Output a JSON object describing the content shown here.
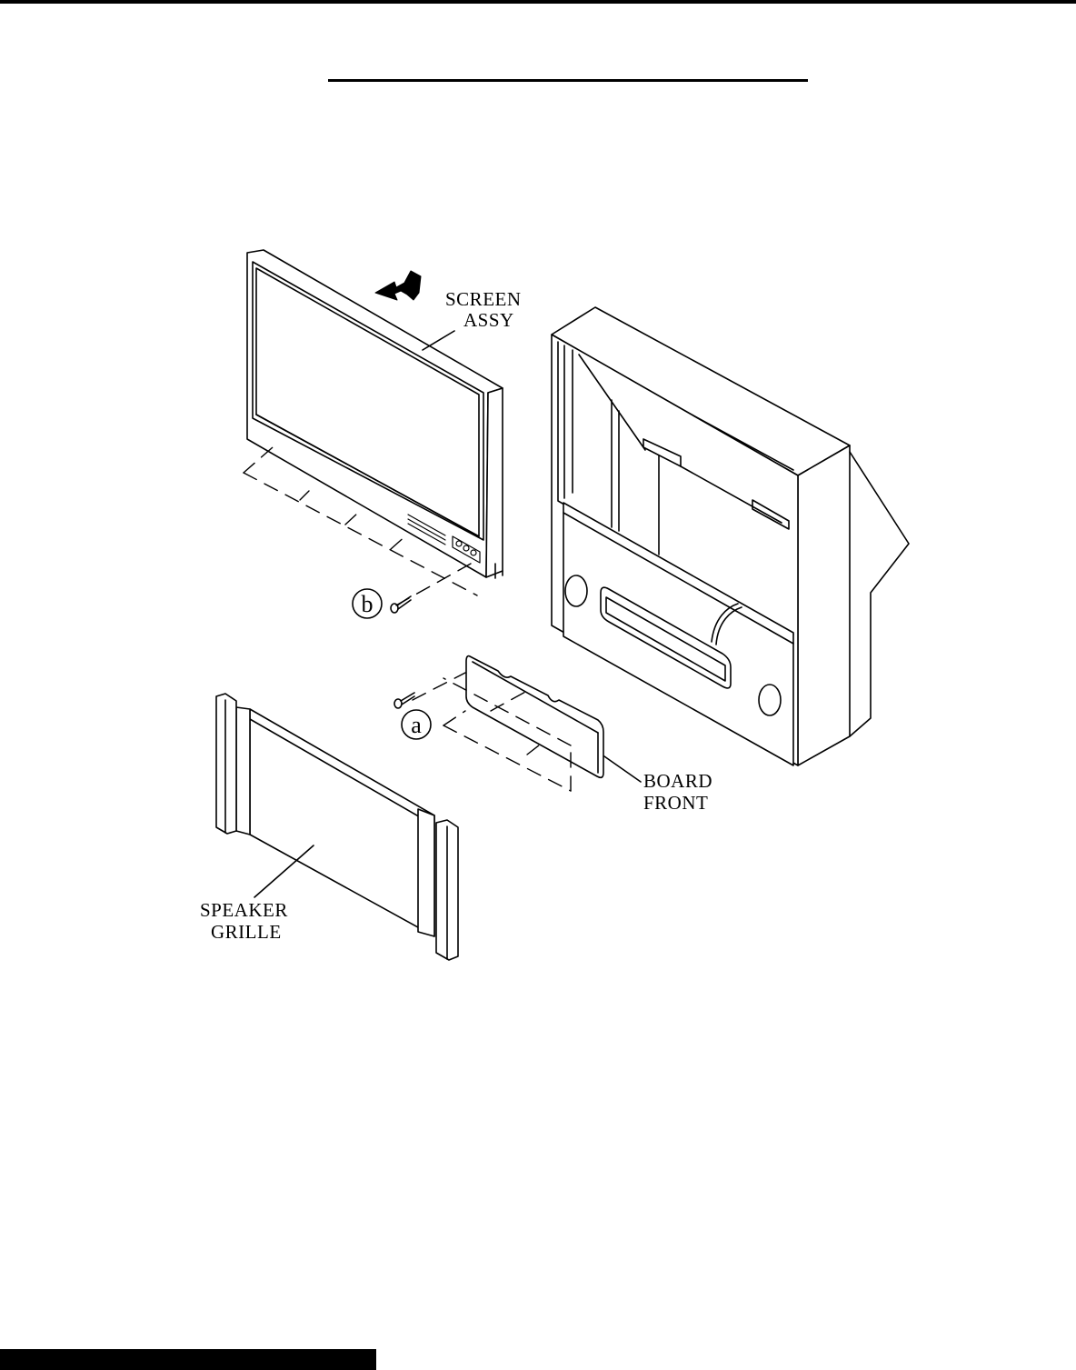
{
  "labels": {
    "screen_assy_line1": "SCREEN",
    "screen_assy_line2": "ASSY",
    "board_front_line1": "BOARD",
    "board_front_line2": "FRONT",
    "speaker_grille_line1": "SPEAKER",
    "speaker_grille_line2": "GRILLE"
  },
  "callouts": {
    "a": "a",
    "b": "b"
  },
  "colors": {
    "ink": "#000000",
    "paper": "#ffffff",
    "panel_face": "#f4f4f4"
  }
}
